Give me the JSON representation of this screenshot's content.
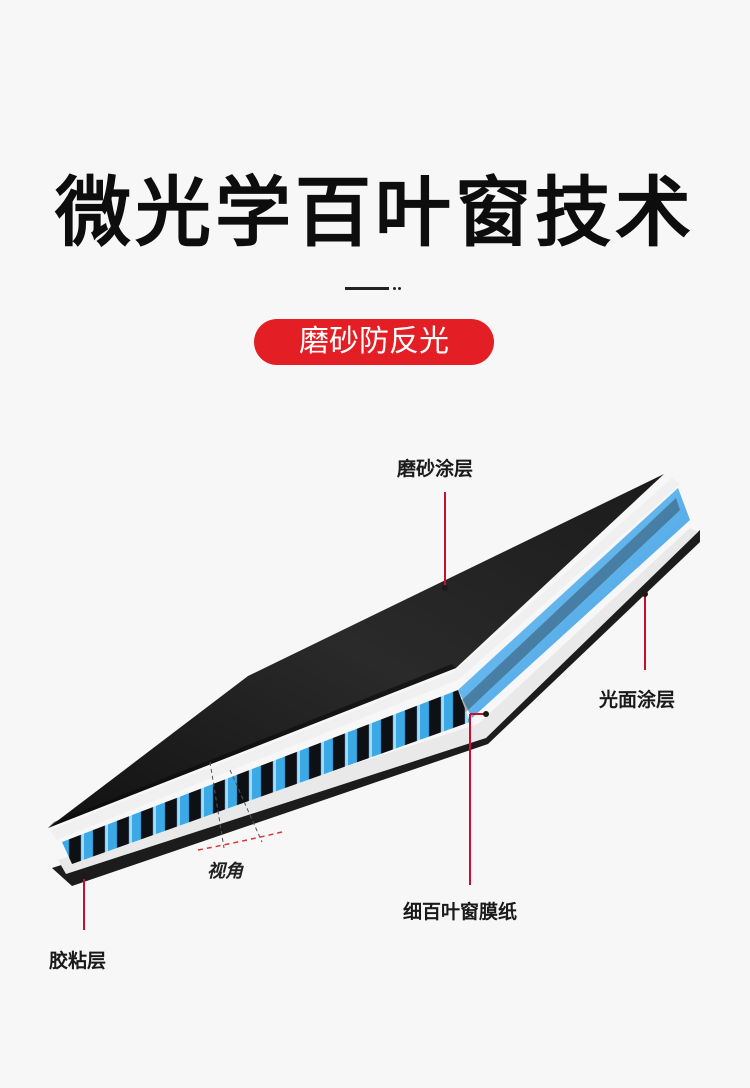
{
  "header": {
    "title": "微光学百叶窗技术",
    "subtitle_badge": "磨砂防反光"
  },
  "diagram": {
    "labels": {
      "matte_coating": "磨砂涂层",
      "glossy_coating": "光面涂层",
      "louver_film": "细百叶窗膜纸",
      "adhesive_layer": "胶粘层",
      "viewing_angle": "视角"
    }
  },
  "colors": {
    "accent_red": "#e31e24",
    "pointer_red": "#c8102e",
    "louver_blue": "#3aa9e6",
    "matte_black": "#1e1e1e"
  }
}
